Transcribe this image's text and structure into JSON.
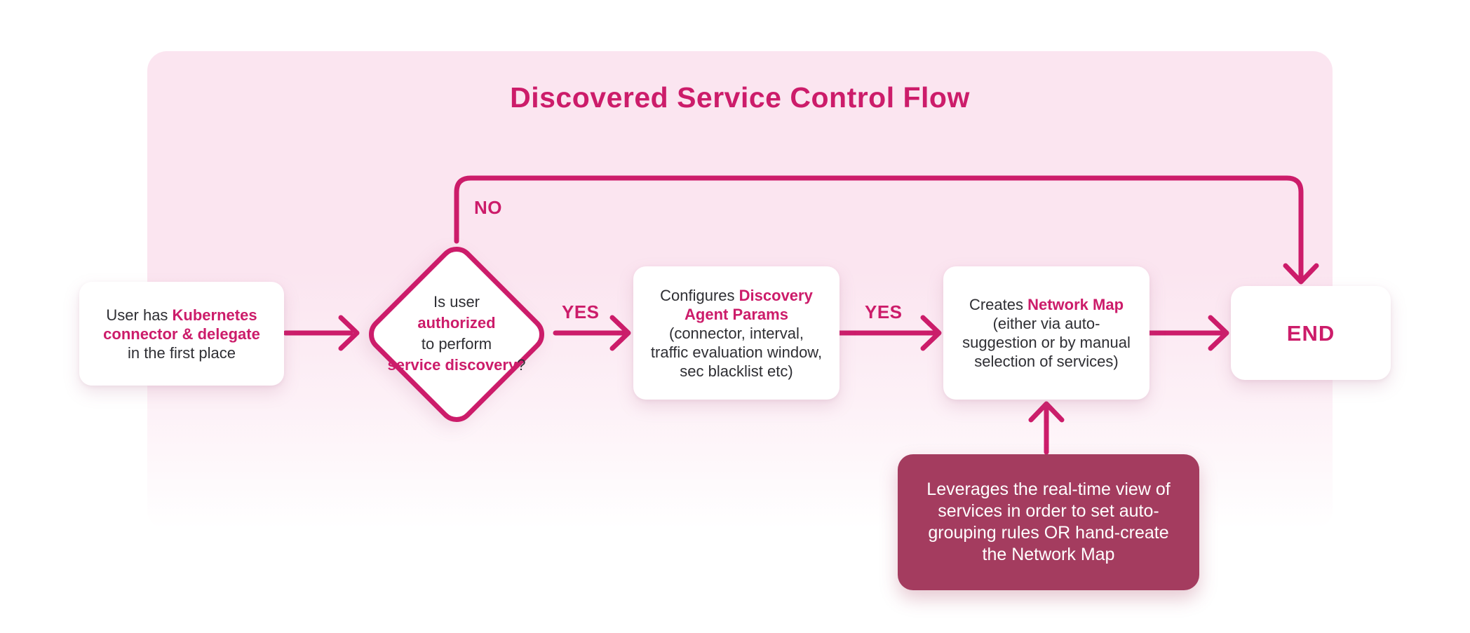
{
  "title": "Discovered Service Control Flow",
  "colors": {
    "accent": "#CC1C6A",
    "text_dark": "#2E2E33",
    "panel_top": "#FBE5F0",
    "panel_mid": "#FDF1F7",
    "panel_bottom": "#FFFFFF",
    "note_background": "#A43C5F",
    "node_background": "#FFFFFF"
  },
  "nodes": {
    "start": {
      "segments": [
        {
          "t": "User has "
        },
        {
          "t": "Kubernetes",
          "b": true,
          "br": true
        },
        {
          "t": "connector & delegate",
          "b": true,
          "br": true
        },
        {
          "t": "in the first place"
        }
      ]
    },
    "decision": {
      "segments": [
        {
          "t": "Is user",
          "br": true
        },
        {
          "t": "authorized",
          "b": true,
          "br": true
        },
        {
          "t": "to perform",
          "br": true
        },
        {
          "t": "service discovery",
          "b": true
        },
        {
          "t": "?"
        }
      ]
    },
    "configure": {
      "segments": [
        {
          "t": "Configures "
        },
        {
          "t": "Discovery",
          "b": true,
          "br": true
        },
        {
          "t": "Agent Params",
          "b": true,
          "br": true
        },
        {
          "t": "(connector, interval,",
          "br": true
        },
        {
          "t": "traffic evaluation window,",
          "br": true
        },
        {
          "t": "sec blacklist etc)"
        }
      ]
    },
    "create": {
      "segments": [
        {
          "t": "Creates "
        },
        {
          "t": "Network Map",
          "b": true,
          "br": true
        },
        {
          "t": "(either via auto-",
          "br": true
        },
        {
          "t": "suggestion or by manual",
          "br": true
        },
        {
          "t": "selection of services)"
        }
      ]
    },
    "end": {
      "label": "END"
    },
    "note": {
      "segments": [
        {
          "t": "Leverages the real-time view of",
          "br": true
        },
        {
          "t": "services in order to set auto-",
          "br": true
        },
        {
          "t": "grouping rules OR hand-create",
          "br": true
        },
        {
          "t": "the Network Map"
        }
      ]
    }
  },
  "edge_labels": {
    "no": "NO",
    "yes_decision_to_configure": "YES",
    "yes_configure_to_create": "YES"
  }
}
